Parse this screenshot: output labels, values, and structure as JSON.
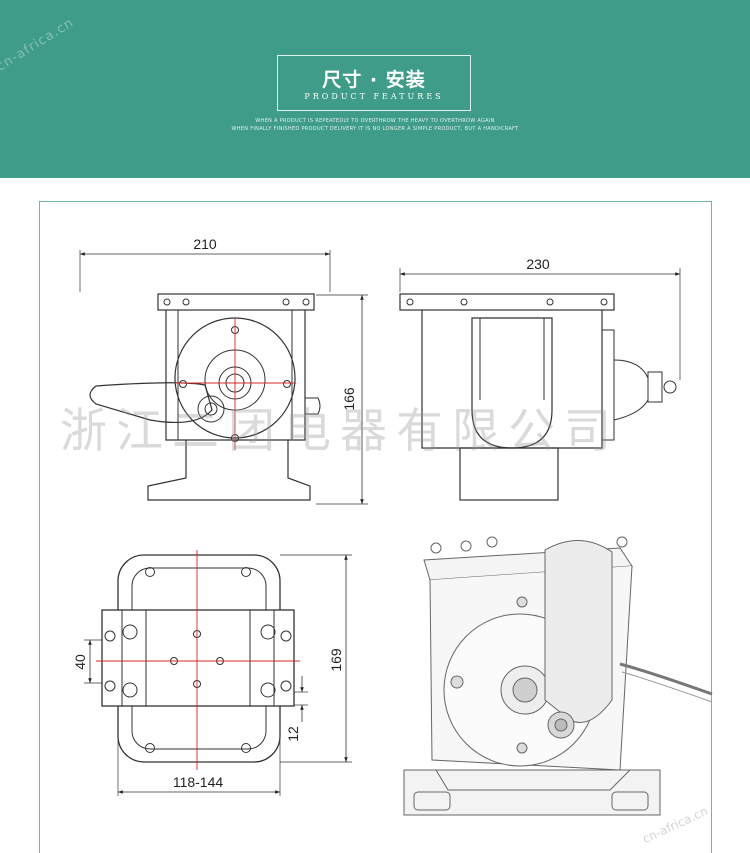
{
  "banner": {
    "watermark": "cn-africa.cn",
    "title_cn": "尺寸 · 安装",
    "title_en": "PRODUCT FEATURES",
    "tagline_1": "WHEN A PRODUCT IS REPEATEDLY TO OVERTHROW THE HEAVY TO OVERTHROW AGAIN",
    "tagline_2": "WHEN FINALLY FINISHED PRODUCT DELIVERY IT IS NO LONGER A SIMPLE PRODUCT, BUT A HANDICRAFT"
  },
  "drawings": {
    "front_width": "210",
    "front_height": "166",
    "side_width": "230",
    "base_height": "169",
    "base_hole_spacing": "40",
    "base_offset": "12",
    "base_width_range": "118-144"
  },
  "company_watermark": "浙江二团电器有限公司",
  "bottom_watermark": "cn-africa.cn",
  "colors": {
    "banner": "#3f9c89",
    "centerline": "#d62828",
    "frame": "#6fb7a8"
  }
}
